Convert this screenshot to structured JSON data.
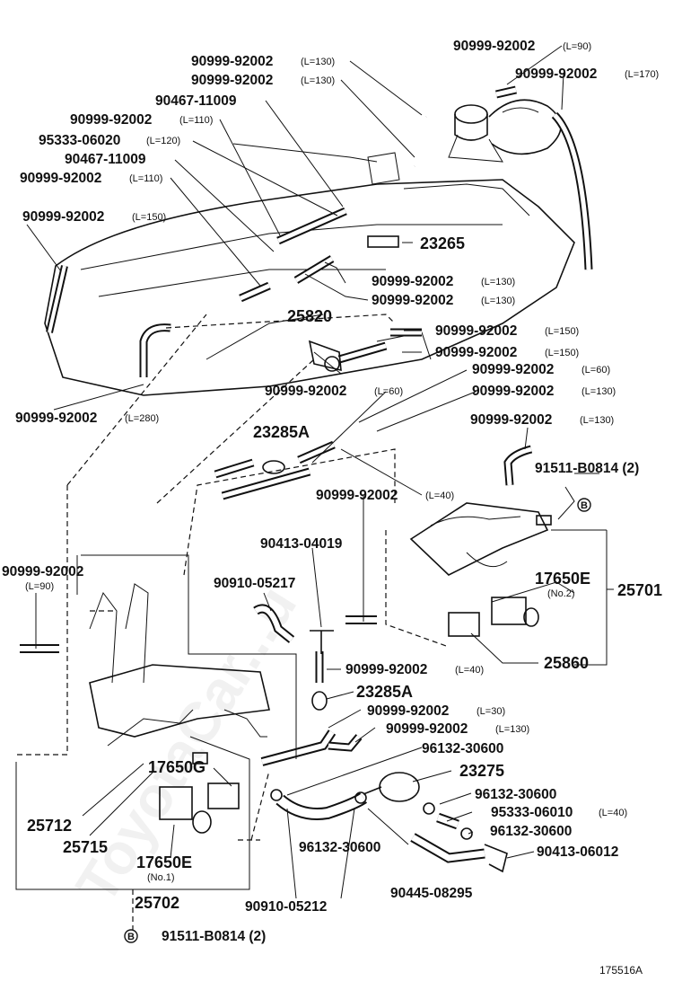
{
  "watermark": "ToyotaCar...u",
  "figure_number": "175516A",
  "labels": {
    "p_90999_92002_L90_top": "90999-92002",
    "s_L90_top": "(L=90)",
    "p_90999_92002_L130_a": "90999-92002",
    "s_L130_a": "(L=130)",
    "p_90999_92002_L170": "90999-92002",
    "s_L170": "(L=170)",
    "p_90999_92002_L130_b": "90999-92002",
    "s_L130_b": "(L=130)",
    "p_90467_11009_a": "90467-11009",
    "p_90999_92002_L110_a": "90999-92002",
    "s_L110_a": "(L=110)",
    "p_95333_06020": "95333-06020",
    "s_L120": "(L=120)",
    "p_90467_11009_b": "90467-11009",
    "p_90999_92002_L110_b": "90999-92002",
    "s_L110_b": "(L=110)",
    "p_90999_92002_L150_a": "90999-92002",
    "s_L150_a": "(L=150)",
    "p_23265": "23265",
    "p_90999_92002_L130_c": "90999-92002",
    "s_L130_c": "(L=130)",
    "p_90999_92002_L130_d": "90999-92002",
    "s_L130_d": "(L=130)",
    "p_25820": "25820",
    "p_90999_92002_L150_b": "90999-92002",
    "s_L150_b": "(L=150)",
    "p_90999_92002_L150_c": "90999-92002",
    "s_L150_c": "(L=150)",
    "p_90999_92002_L60_a": "90999-92002",
    "s_L60_a": "(L=60)",
    "p_90999_92002_L60_b": "90999-92002",
    "s_L60_b": "(L=60)",
    "p_90999_92002_L130_e": "90999-92002",
    "s_L130_e": "(L=130)",
    "p_90999_92002_L280": "90999-92002",
    "s_L280": "(L=280)",
    "p_23285A_top": "23285A",
    "p_90999_92002_L130_f": "90999-92002",
    "s_L130_f": "(L=130)",
    "p_91511_B0814_top": "91511-B0814 (2)",
    "p_90999_92002_L40_a": "90999-92002",
    "s_L40_a": "(L=40)",
    "p_90413_04019": "90413-04019",
    "p_90999_92002_L90_left": "90999-92002",
    "s_L90_left": "(L=90)",
    "p_17650E_no2": "17650E",
    "s_no2": "(No.2)",
    "p_25701": "25701",
    "p_90910_05217": "90910-05217",
    "p_90999_92002_L40_b": "90999-92002",
    "s_L40_b": "(L=40)",
    "p_25860": "25860",
    "p_23285A_mid": "23285A",
    "p_90999_92002_L30": "90999-92002",
    "s_L30": "(L=30)",
    "p_90999_92002_L130_g": "90999-92002",
    "s_L130_g": "(L=130)",
    "p_96132_30600_a": "96132-30600",
    "p_17650G": "17650G",
    "p_23275": "23275",
    "p_96132_30600_b": "96132-30600",
    "p_95333_06010": "95333-06010",
    "s_L40_c": "(L=40)",
    "p_25712": "25712",
    "p_96132_30600_c": "96132-30600",
    "p_25715": "25715",
    "p_96132_30600_d": "96132-30600",
    "p_90413_06012": "90413-06012",
    "p_17650E_no1": "17650E",
    "s_no1": "(No.1)",
    "p_90445_08295": "90445-08295",
    "p_25702": "25702",
    "p_90910_05212": "90910-05212",
    "p_91511_B0814_bottom": "91511-B0814 (2)",
    "ref_B_top": "B",
    "ref_B_bottom": "B"
  }
}
